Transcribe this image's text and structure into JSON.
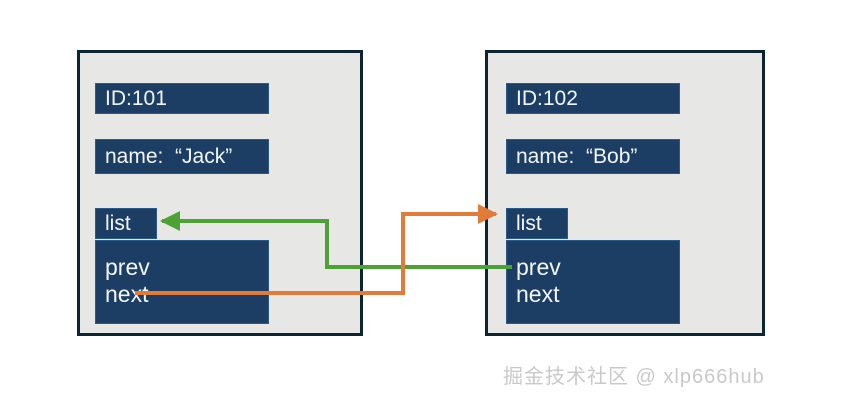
{
  "diagram": {
    "title": "doubly-linked-list-node-diagram",
    "colors": {
      "node_fill": "#e7e7e6",
      "node_border": "#0d2433",
      "field_fill": "#1d3e64",
      "field_text": "#f2f6f8",
      "arrow_green": "#4ca234",
      "arrow_orange": "#e07b39",
      "background": "#ffffff",
      "watermark": "#c9c9c9"
    },
    "nodes": [
      {
        "key": "left",
        "id_label": "ID:101",
        "name_label": "name:  “Jack”",
        "list_label": "list",
        "prev_label": "prev",
        "next_label": "next"
      },
      {
        "key": "right",
        "id_label": "ID:102",
        "name_label": "name:  “Bob”",
        "list_label": "list",
        "prev_label": "prev",
        "next_label": "next"
      }
    ],
    "connectors": [
      {
        "name": "prev-pointer",
        "color": "#4ca234",
        "from": "right-node prev field",
        "to": "left-node list field",
        "arrowhead": "left"
      },
      {
        "name": "next-pointer",
        "color": "#e07b39",
        "from": "left-node next field",
        "to": "right-node list field",
        "arrowhead": "right"
      }
    ]
  },
  "watermark": {
    "text": "掘金技术社区 @ xlp666hub"
  }
}
